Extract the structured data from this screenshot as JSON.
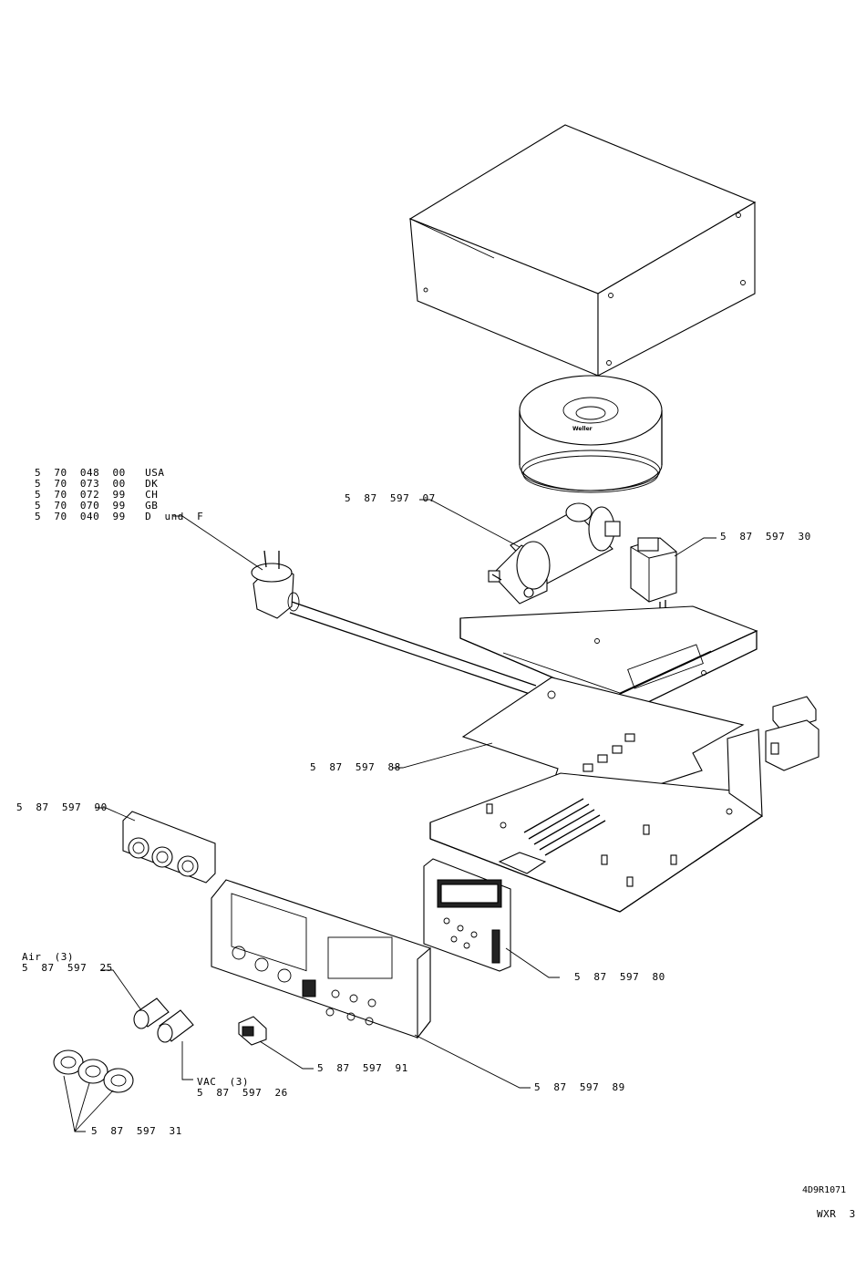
{
  "callouts": {
    "cord_part_list": [
      "5  70  048  00   USA",
      "5  70  073  00   DK",
      "5  70  072  99   CH",
      "5  70  070  99   GB",
      "5  70  040  99   D  und  F"
    ],
    "pump": "5  87  597  07",
    "relay": "5  87  597  30",
    "pcb_plate": "5  87  597  88",
    "socket_plate": "5  87  597  90",
    "air_label": "Air  (3)",
    "air_part": "5  87  597  25",
    "display_pcb": "5  87  597  80",
    "vac_label": "VAC  (3)",
    "vac_part": "5  87  597  26",
    "switch": "5  87  597  91",
    "front_panel": "5  87  597  89",
    "knobs": "5  87  597  31"
  },
  "footer": {
    "drawing_code": "4D9R1071",
    "model": "WXR  3"
  },
  "transformer_logo": "Weller"
}
